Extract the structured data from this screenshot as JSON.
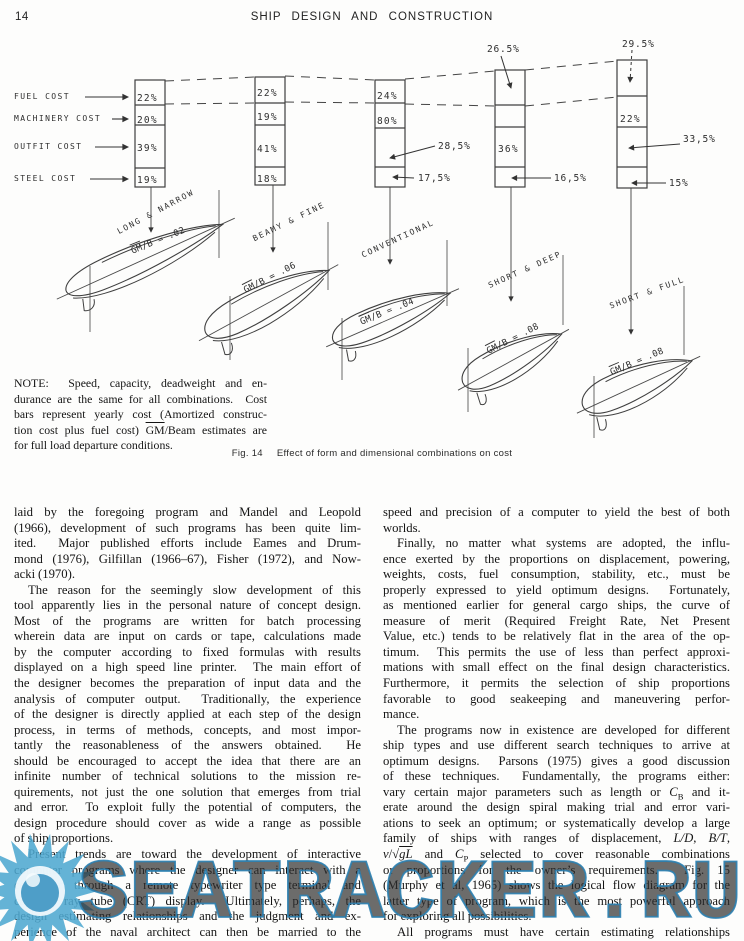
{
  "page_number": "14",
  "running_head": "SHIP DESIGN AND CONSTRUCTION",
  "figure": {
    "cost_labels": [
      "FUEL COST",
      "MACHINERY COST",
      "OUTFIT COST",
      "STEEL COST"
    ],
    "bars": [
      {
        "segments": [
          "22%",
          "20%",
          "39%",
          "19%"
        ]
      },
      {
        "segments": [
          "22%",
          "19%",
          "41%",
          "18%"
        ]
      },
      {
        "segments": [
          "24%",
          "80%"
        ]
      },
      {
        "segments": [
          "36%"
        ]
      },
      {
        "segments": [
          "22%"
        ]
      }
    ],
    "annotations": {
      "conv_outfit": "28,5%",
      "conv_steel": "17,5%",
      "sd_fuel": "26.5%",
      "sd_steel": "16,5%",
      "sf_fuel": "29.5%",
      "sf_outfit": "33,5%",
      "sf_steel": "15%"
    },
    "ships": [
      {
        "label": "LONG & NARROW",
        "gmb": "GM/B = .02"
      },
      {
        "label": "BEAMY & FINE",
        "gmb": "GM/B = .06"
      },
      {
        "label": "CONVENTIONAL",
        "gmb": "GM/B = .04"
      },
      {
        "label": "SHORT & DEEP",
        "gmb": "GM/B = .08"
      },
      {
        "label": "SHORT & FULL",
        "gmb": "GM/B = .08"
      }
    ],
    "note_lines": [
      {
        "h": "NOTE:&nbsp; Speed, capacity, deadweight and en-",
        "j": 1
      },
      {
        "h": "durance are the same for all combinations.&nbsp; Cost",
        "j": 1
      },
      {
        "h": "bars represent yearly cost (Amortized construc-",
        "j": 1
      },
      {
        "h": "tion cost plus fuel cost) <span class=\"ov\">GM</span>/Beam estimates are",
        "j": 1
      },
      {
        "h": "for full load departure conditions.",
        "j": 0
      }
    ],
    "caption_fig": "Fig. 14",
    "caption_text": "Effect of form and dimensional combinations on cost"
  },
  "chart_data": {
    "type": "bar",
    "title": "Fig. 14 Effect of form and dimensional combinations on cost",
    "categories": [
      "LONG & NARROW",
      "BEAMY & FINE",
      "CONVENTIONAL",
      "SHORT & DEEP",
      "SHORT & FULL"
    ],
    "series": [
      {
        "name": "FUEL COST",
        "values": [
          "22%",
          "22%",
          "24%",
          "26.5%",
          "29.5%"
        ]
      },
      {
        "name": "MACHINERY COST",
        "values": [
          "20%",
          "19%",
          "80%",
          null,
          "22%"
        ]
      },
      {
        "name": "OUTFIT COST",
        "values": [
          "39%",
          "41%",
          "28.5%",
          "36%",
          "33.5%"
        ]
      },
      {
        "name": "STEEL COST",
        "values": [
          "19%",
          "18%",
          "17.5%",
          "16.5%",
          "15%"
        ]
      }
    ],
    "gm_over_b": [
      ".02",
      ".06",
      ".04",
      ".08",
      ".08"
    ]
  },
  "columns": {
    "left": [
      {
        "h": "laid by the foregoing program and Mandel and Leopold",
        "j": 1
      },
      {
        "h": "(1966), development of such programs has been quite lim-",
        "j": 1
      },
      {
        "h": "ited.&nbsp; Major published efforts include Eames and Drum-",
        "j": 1
      },
      {
        "h": "mond (1976), Gilfillan (1966–67), Fisher (1972), and Now-",
        "j": 1
      },
      {
        "h": "acki (1970).",
        "j": 0
      },
      {
        "h": "The reason for the seemingly slow development of this",
        "j": 1,
        "in": 1
      },
      {
        "h": "tool apparently lies in the personal nature of concept design.",
        "j": 1
      },
      {
        "h": "Most of the programs are written for batch processing",
        "j": 1
      },
      {
        "h": "wherein data are input on cards or tape, calculations made",
        "j": 1
      },
      {
        "h": "by the computer according to fixed formulas with results",
        "j": 1
      },
      {
        "h": "displayed on a high speed line printer.&nbsp; The main effort of",
        "j": 1
      },
      {
        "h": "the designer becomes the preparation of input data and the",
        "j": 1
      },
      {
        "h": "analysis of computer output.&nbsp; Traditionally, the experience",
        "j": 1
      },
      {
        "h": "of the designer is directly applied at each step of the design",
        "j": 1
      },
      {
        "h": "process, in terms of methods, concepts, and most impor-",
        "j": 1
      },
      {
        "h": "tantly the reasonableness of the answers obtained.&nbsp; He",
        "j": 1
      },
      {
        "h": "should be encouraged to accept the idea that there are an",
        "j": 1
      },
      {
        "h": "infinite number of technical solutions to the mission re-",
        "j": 1
      },
      {
        "h": "quirements, not just the one solution that emerges from trial",
        "j": 1
      },
      {
        "h": "and error.&nbsp; To exploit fully the potential of computers, the",
        "j": 1
      },
      {
        "h": "design procedure should cover as wide a range as possible",
        "j": 1
      },
      {
        "h": "of ship proportions.",
        "j": 0
      },
      {
        "h": "Present trends are toward the development of interactive",
        "j": 1,
        "in": 1
      },
      {
        "h": "computer programs where the designer can interact with a",
        "j": 1
      },
      {
        "h": "computer through a remote typewriter type terminal and",
        "j": 1
      },
      {
        "h": "cathode ray tube (CRT) display.&nbsp; Ultimately, perhaps, the",
        "j": 1
      },
      {
        "h": "design estimating relationships and the judgment and ex-",
        "j": 1
      },
      {
        "h": "perience of the naval architect can then be married to the",
        "j": 1
      }
    ],
    "right": [
      {
        "h": "speed and precision of a computer to yield the best of both",
        "j": 1
      },
      {
        "h": "worlds.",
        "j": 0
      },
      {
        "h": "Finally, no matter what systems are adopted, the influ-",
        "j": 1,
        "in": 1
      },
      {
        "h": "ence exerted by the proportions on displacement, powering,",
        "j": 1
      },
      {
        "h": "weights, costs, fuel consumption, stability, etc., must be",
        "j": 1
      },
      {
        "h": "properly expressed to yield optimum designs.&nbsp; Fortunately,",
        "j": 1
      },
      {
        "h": "as mentioned earlier for general cargo ships, the curve of",
        "j": 1
      },
      {
        "h": "measure of merit (Required Freight Rate, Net Present",
        "j": 1
      },
      {
        "h": "Value, etc.) tends to be relatively flat in the area of the op-",
        "j": 1
      },
      {
        "h": "timum.&nbsp; This permits the use of less than perfect approxi-",
        "j": 1
      },
      {
        "h": "mations with small effect on the final design characteristics.",
        "j": 1
      },
      {
        "h": "Furthermore, it permits the selection of ship proportions",
        "j": 1
      },
      {
        "h": "favorable to good seakeeping and maneuvering perfor-",
        "j": 1
      },
      {
        "h": "mance.",
        "j": 0
      },
      {
        "h": "The programs now in existence are developed for different",
        "j": 1,
        "in": 1
      },
      {
        "h": "ship types and use different search techniques to arrive at",
        "j": 1
      },
      {
        "h": "optimum designs.&nbsp; Parsons (1975) gives a good discussion",
        "j": 1
      },
      {
        "h": "of these techniques.&nbsp; Fundamentally, the programs either:",
        "j": 1
      },
      {
        "h": "vary certain major parameters such as length or <i>C</i><sub>B</sub> and it-",
        "j": 1
      },
      {
        "h": "erate around the design spiral making trial and error vari-",
        "j": 1
      },
      {
        "h": "ations to seek an optimum; or systematically develop a large",
        "j": 1
      },
      {
        "h": "family of ships with ranges of displacement, <i>L/D</i>, <i>B/T</i>,",
        "j": 1
      },
      {
        "h": "<i>v</i>/√<span class=\"ov\"><i>gL</i></span> and <i>C</i><sub>P</sub> selected to cover reasonable combinations",
        "j": 1
      },
      {
        "h": "or proportions for the owner’s requirements.&nbsp; Fig. 15",
        "j": 1
      },
      {
        "h": "(Murphy et al, 1965) shows the logical flow diagram for the",
        "j": 1
      },
      {
        "h": "latter type of program, which is the most powerful approach",
        "j": 1
      },
      {
        "h": "for exploring all possibilities.",
        "j": 0
      },
      {
        "h": "All programs must have certain estimating relationships",
        "j": 1,
        "in": 1
      }
    ]
  },
  "watermark": {
    "text": "SEATRACKER.RU",
    "fill": "#8ccbe9",
    "outline": "#2b7fb0"
  }
}
